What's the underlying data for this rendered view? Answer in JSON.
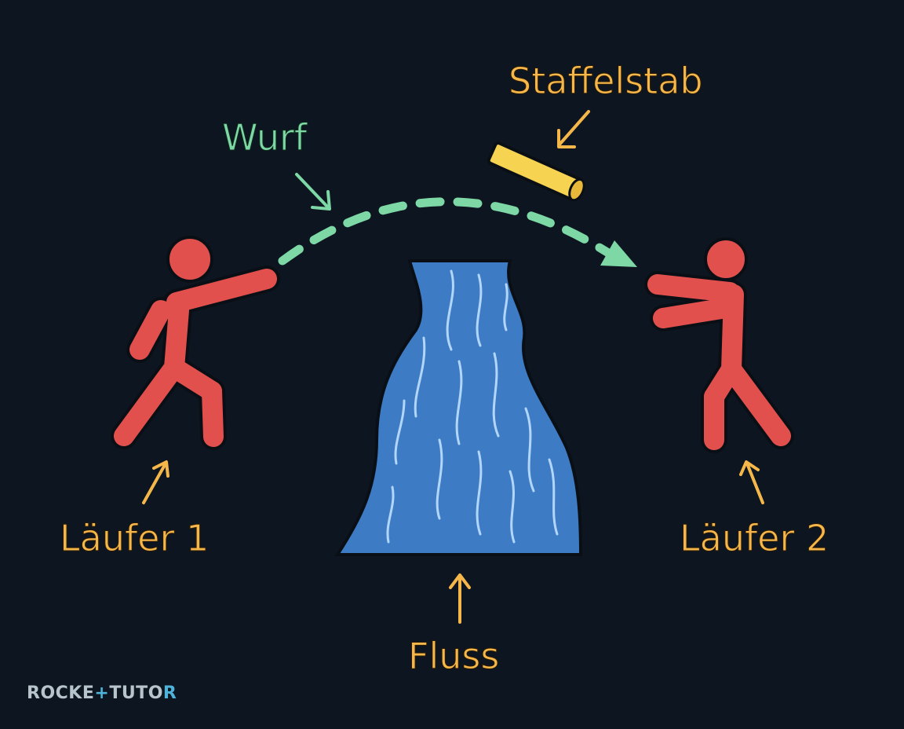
{
  "labels": {
    "baton": "Staffelstab",
    "throw": "Wurf",
    "runner_1": "Läufer 1",
    "runner_2": "Läufer 2",
    "river": "Fluss"
  },
  "logo": {
    "part_1": "ROCKE",
    "part_2": "+",
    "part_3": "TUTO",
    "part_4": "R"
  },
  "colors": {
    "background": "#0d1620",
    "runner": "#e2504e",
    "river": "#3d7cc4",
    "river_lines": "#bfe0ff",
    "baton": "#f7d352",
    "label_text": "#f6b74a",
    "throw_path": "#7dd8a6"
  }
}
